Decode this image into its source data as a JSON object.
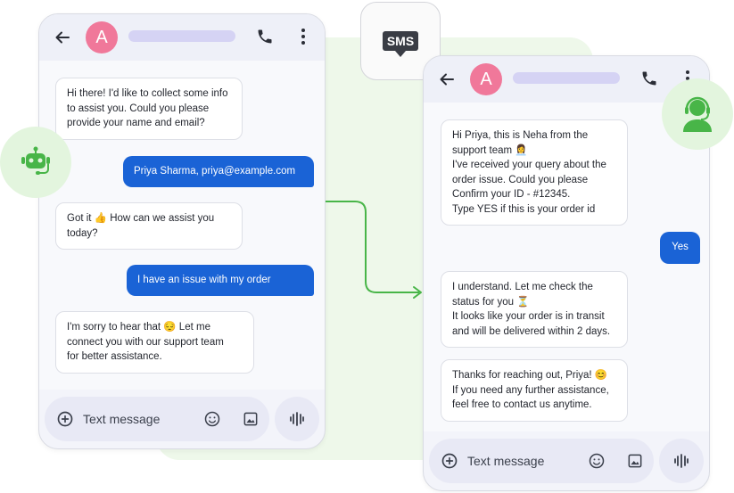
{
  "colors": {
    "accent_blue": "#1a63d6",
    "green": "#48b548",
    "avatar_pink": "#f0789a",
    "bubble_border": "#dddfe6"
  },
  "sms_badge": {
    "label": "SMS"
  },
  "chat1": {
    "avatar_letter": "A",
    "messages": [
      {
        "from": "bot",
        "text": "Hi there! I'd like to collect some info\nto assist you. Could you please\nprovide your name and email?"
      },
      {
        "from": "user",
        "text": "Priya Sharma, priya@example.com"
      },
      {
        "from": "bot",
        "text": "Got it 👍 How can we assist you\ntoday?"
      },
      {
        "from": "user",
        "text": "I have an issue with my order"
      },
      {
        "from": "bot",
        "text": "I'm sorry to hear that 😔 Let me\nconnect you with our support team\nfor better assistance."
      }
    ],
    "composer_placeholder": "Text message"
  },
  "chat2": {
    "avatar_letter": "A",
    "messages": [
      {
        "from": "agent",
        "text": "Hi Priya, this is Neha from the\nsupport team 👩‍💼\nI've received your query about the\norder issue. Could you please\nConfirm your ID - #12345.\nType YES if this is your order id"
      },
      {
        "from": "user",
        "text": "Yes"
      },
      {
        "from": "agent",
        "text": "I understand. Let me check the\nstatus for you ⏳\nIt looks like your order is in transit\nand will be delivered within 2 days."
      },
      {
        "from": "agent",
        "text": "Thanks for reaching out, Priya! 😊\nIf you need any further assistance,\nfeel free to contact us anytime."
      }
    ],
    "composer_placeholder": "Text message"
  },
  "icons": {
    "back": "arrow-left",
    "call": "phone",
    "more": "vertical-dots",
    "add": "plus-circle",
    "emoji": "smiley",
    "image": "image",
    "voice": "waveform",
    "bot": "robot-headset",
    "agent": "person-headset"
  }
}
